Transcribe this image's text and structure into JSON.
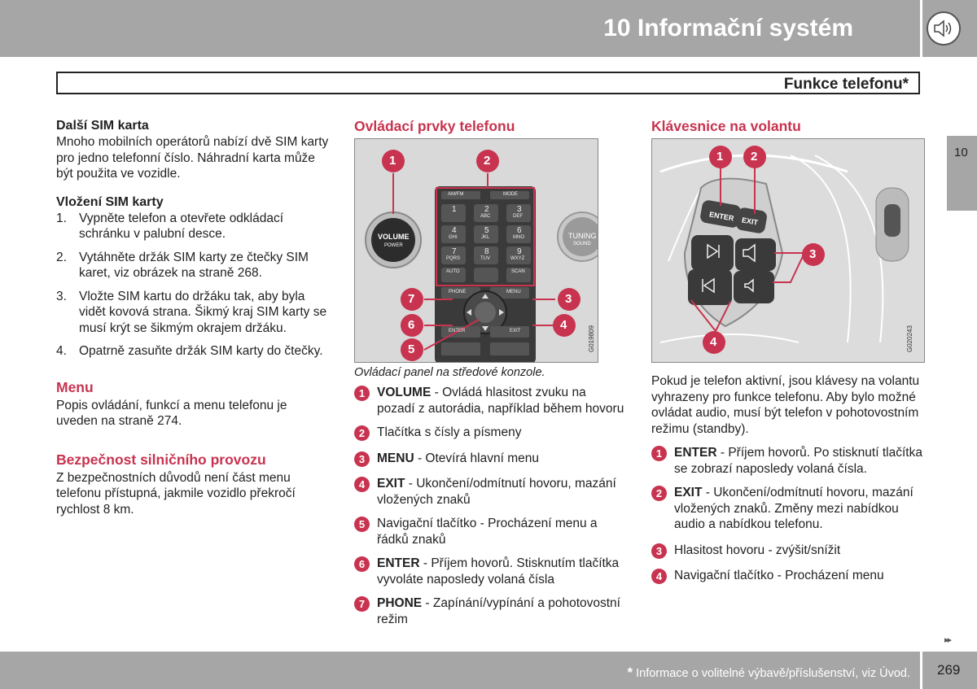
{
  "header": {
    "chapter_title": "10 Informační systém",
    "chapter_icon": "speaker-icon",
    "section_title": "Funkce telefonu*",
    "side_tab": "10"
  },
  "col1": {
    "sim_heading": "Další SIM karta",
    "sim_text": "Mnoho mobilních operátorů nabízí dvě SIM karty pro jedno telefonní číslo. Náhradní karta může být použita ve vozidle.",
    "insert_heading": "Vložení SIM karty",
    "steps": [
      {
        "num": "1.",
        "text": "Vypněte telefon a otevřete odkládací schránku v palubní desce."
      },
      {
        "num": "2.",
        "text": "Vytáhněte držák SIM karty ze čtečky SIM karet, viz obrázek na straně 268."
      },
      {
        "num": "3.",
        "text": "Vložte SIM kartu do držáku tak, aby byla vidět kovová strana. Šikmý kraj SIM karty se musí krýt se šikmým okrajem držáku."
      },
      {
        "num": "4.",
        "text": "Opatrně zasuňte držák SIM karty do čtečky."
      }
    ],
    "menu_heading": "Menu",
    "menu_text": "Popis ovládání, funkcí a menu telefonu je uveden na straně 274.",
    "safety_heading": "Bezpečnost silničního provozu",
    "safety_text": "Z bezpečnostních důvodů není část menu telefonu přístupná, jakmile vozidlo překročí rychlost 8 km."
  },
  "col2": {
    "heading": "Ovládací prvky telefonu",
    "figure_code": "G019809",
    "figure_labels": {
      "volume": "VOLUME",
      "power": "POWER",
      "tuning": "TUNING",
      "sound": "SOUND",
      "amfm": "AM/FM",
      "mode": "MODE",
      "phone": "PHONE",
      "menu": "MENU",
      "enter": "ENTER",
      "exit": "EXIT",
      "auto": "AUTO",
      "scan": "SCAN",
      "keys": [
        [
          "1",
          ""
        ],
        [
          "2",
          "ABC"
        ],
        [
          "3",
          "DEF"
        ],
        [
          "4",
          "GHI"
        ],
        [
          "5",
          "JKL"
        ],
        [
          "6",
          "MNO"
        ],
        [
          "7",
          "PQRS"
        ],
        [
          "8",
          "TUV"
        ],
        [
          "9",
          "WXYZ"
        ]
      ]
    },
    "caption": "Ovládací panel na středové konzole.",
    "items": [
      {
        "n": "1",
        "bold": "VOLUME",
        "text": " - Ovládá hlasitost zvuku na pozadí z autorádia, například během hovoru"
      },
      {
        "n": "2",
        "bold": "",
        "text": "Tlačítka s čísly a písmeny"
      },
      {
        "n": "3",
        "bold": "MENU",
        "text": " - Otevírá hlavní menu"
      },
      {
        "n": "4",
        "bold": "EXIT",
        "text": " - Ukončení/odmítnutí hovoru, mazání vložených znaků"
      },
      {
        "n": "5",
        "bold": "",
        "text": "Navigační tlačítko - Procházení menu a řádků znaků"
      },
      {
        "n": "6",
        "bold": "ENTER",
        "text": " - Příjem hovorů. Stisknutím tlačítka vyvoláte naposledy volaná čísla"
      },
      {
        "n": "7",
        "bold": "PHONE",
        "text": " - Zapínání/vypínání a pohotovostní režim"
      }
    ]
  },
  "col3": {
    "heading": "Klávesnice na volantu",
    "figure_code": "G020243",
    "figure_labels": {
      "enter": "ENTER",
      "exit": "EXIT"
    },
    "intro": "Pokud je telefon aktivní, jsou klávesy na volantu vyhrazeny pro funkce telefonu. Aby bylo možné ovládat audio, musí být telefon v pohotovostním režimu (standby).",
    "items": [
      {
        "n": "1",
        "bold": "ENTER",
        "text": " - Příjem hovorů. Po stisknutí tlačítka se zobrazí naposledy volaná čísla."
      },
      {
        "n": "2",
        "bold": "EXIT",
        "text": " - Ukončení/odmítnutí hovoru, mazání vložených znaků. Změny mezi nabídkou audio a nabídkou telefonu."
      },
      {
        "n": "3",
        "bold": "",
        "text": "Hlasitost hovoru - zvýšit/snížit"
      },
      {
        "n": "4",
        "bold": "",
        "text": "Navigační tlačítko - Procházení menu"
      }
    ]
  },
  "footer": {
    "star": "*",
    "note": " Informace o volitelné výbavě/příslušenství, viz Úvod.",
    "page": "269",
    "next": "▸▸"
  },
  "colors": {
    "accent": "#c8334f",
    "bar": "#a6a6a6"
  }
}
